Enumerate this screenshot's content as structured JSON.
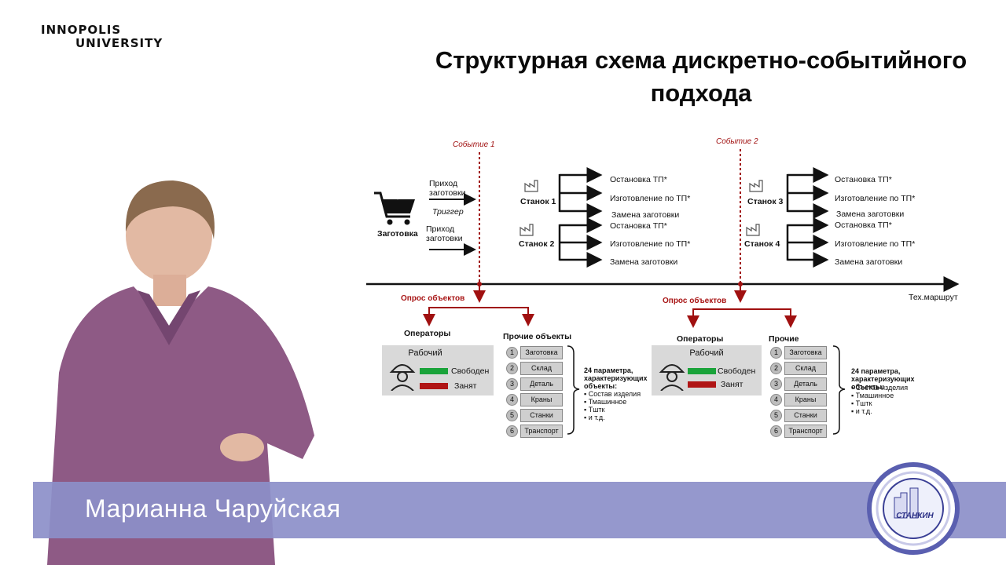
{
  "logo": {
    "line1": "INNOPOLIS",
    "line2": "UNIVERSITY"
  },
  "title": {
    "line1": "Структурная схема дискретно-событийного",
    "line2": "подхода"
  },
  "events": {
    "e1": "Событие 1",
    "e2": "Событие 2"
  },
  "inputs": {
    "cart_label": "Заготовка",
    "arrival1": [
      "Приход",
      "заготовки"
    ],
    "trigger": "Триггер",
    "arrival2": [
      "Приход",
      "заготовки"
    ]
  },
  "machines": [
    {
      "name": "Станок 1",
      "outputs": [
        "Остановка ТП*",
        "Изготовление по ТП*",
        "Замена заготовки"
      ]
    },
    {
      "name": "Станок 2",
      "outputs": [
        "Остановка ТП*",
        "Изготовление по ТП*",
        "Замена заготовки"
      ]
    },
    {
      "name": "Станок 3",
      "outputs": [
        "Остановка ТП*",
        "Изготовление по ТП*",
        "Замена заготовки"
      ]
    },
    {
      "name": "Станок 4",
      "outputs": [
        "Остановка ТП*",
        "Изготовление по ТП*",
        "Замена заготовки"
      ]
    }
  ],
  "timeline_label": "Тех.маршрут",
  "left_block": {
    "poll": "Опрос объектов",
    "operators": "Операторы",
    "others": "Прочие объекты",
    "worker": "Рабочий",
    "free": "Свободен",
    "busy": "Занят",
    "items": [
      "Заготовка",
      "Склад",
      "Деталь",
      "Краны",
      "Станки",
      "Транспорт"
    ],
    "params_title": [
      "24 параметра,",
      "характеризующих",
      "объекты:"
    ],
    "params": [
      "Состав изделия",
      "Тмашинное",
      "Тштк",
      "и т.д."
    ]
  },
  "right_block": {
    "poll": "Опрос объектов",
    "operators": "Операторы",
    "others": "Прочие",
    "worker": "Рабочий",
    "free": "Свободен",
    "busy": "Занят",
    "items": [
      "Заготовка",
      "Склад",
      "Деталь",
      "Краны",
      "Станки",
      "Транспорт"
    ],
    "params_title": [
      "24 параметра,",
      "характеризующих",
      "объекты:"
    ],
    "params": [
      "Состав изделия",
      "Тмашинное",
      "Тштк",
      "и т.д."
    ]
  },
  "speaker": "Марианна Чаруйская",
  "badge": {
    "text": "СТАНКИН"
  },
  "colors": {
    "event_red": "#a01010",
    "free_green": "#1aa33a",
    "busy_red": "#b01515",
    "lower_third": "#8c8fc9"
  }
}
